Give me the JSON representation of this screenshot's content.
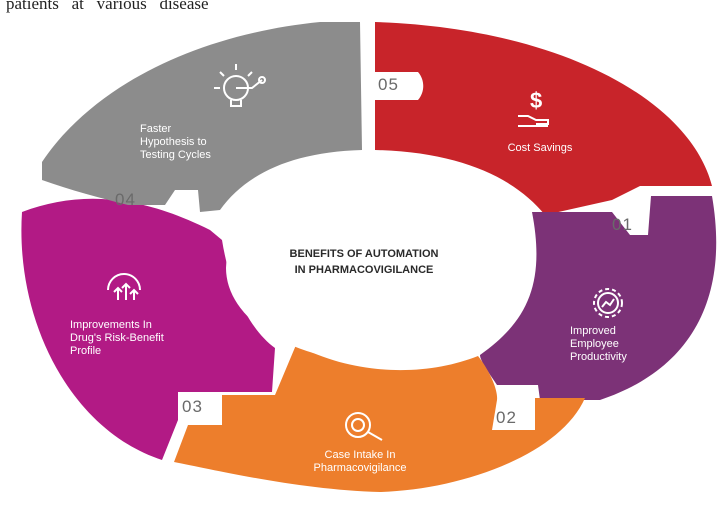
{
  "page": {
    "top_text": "patients   at   various   disease"
  },
  "center": {
    "line1": "BENEFITS OF AUTOMATION",
    "line2": "IN PHARMACOVIGILANCE"
  },
  "segments": [
    {
      "number": "05",
      "label_lines": [
        "Cost Savings"
      ],
      "color": "#c8242a",
      "icon": "dollar-hand-icon"
    },
    {
      "number": "01",
      "label_lines": [
        "Improved",
        "Employee",
        "Productivity"
      ],
      "color": "#7c3277",
      "icon": "gear-chart-icon"
    },
    {
      "number": "02",
      "label_lines": [
        "Case Intake In",
        "Pharmacovigilance"
      ],
      "color": "#ed7e2c",
      "icon": "magnifier-icon"
    },
    {
      "number": "03",
      "label_lines": [
        "Improvements In",
        "Drug's Risk-Benefit",
        "Profile"
      ],
      "color": "#b21a85",
      "icon": "gear-arrows-icon"
    },
    {
      "number": "04",
      "label_lines": [
        "Faster",
        "Hypothesis to",
        "Testing Cycles"
      ],
      "color": "#8c8c8c",
      "icon": "lightbulb-icon"
    }
  ]
}
